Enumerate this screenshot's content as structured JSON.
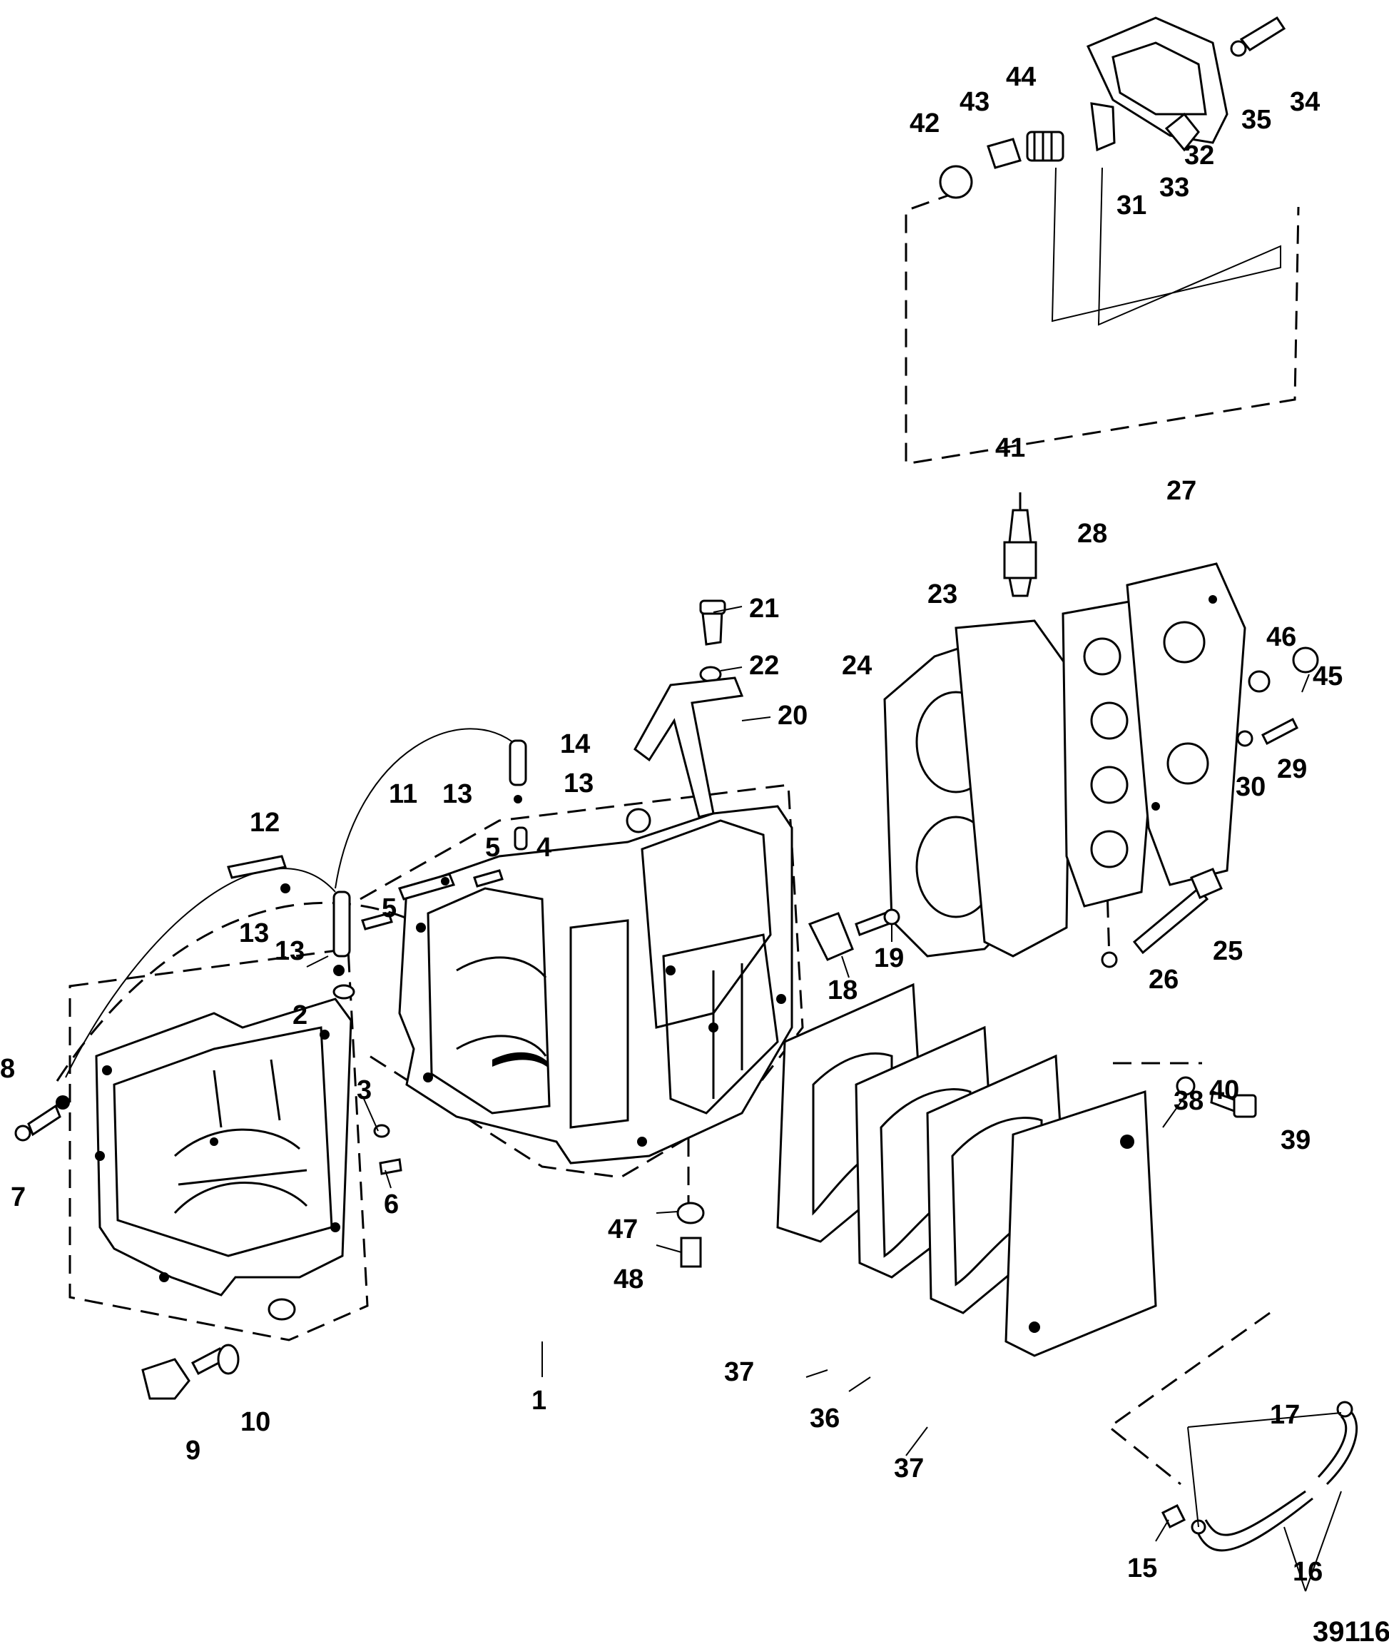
{
  "figure_number": "39116",
  "parts": [
    {
      "id": "1",
      "label": "1"
    },
    {
      "id": "2",
      "label": "2"
    },
    {
      "id": "3",
      "label": "3"
    },
    {
      "id": "4",
      "label": "4"
    },
    {
      "id": "5a",
      "label": "5"
    },
    {
      "id": "5b",
      "label": "5"
    },
    {
      "id": "6",
      "label": "6"
    },
    {
      "id": "7",
      "label": "7"
    },
    {
      "id": "8",
      "label": "8"
    },
    {
      "id": "9",
      "label": "9"
    },
    {
      "id": "10",
      "label": "10"
    },
    {
      "id": "11",
      "label": "11"
    },
    {
      "id": "12",
      "label": "12"
    },
    {
      "id": "13a",
      "label": "13"
    },
    {
      "id": "13b",
      "label": "13"
    },
    {
      "id": "13c",
      "label": "13"
    },
    {
      "id": "13d",
      "label": "13"
    },
    {
      "id": "14",
      "label": "14"
    },
    {
      "id": "15",
      "label": "15"
    },
    {
      "id": "16",
      "label": "16"
    },
    {
      "id": "17",
      "label": "17"
    },
    {
      "id": "18",
      "label": "18"
    },
    {
      "id": "19",
      "label": "19"
    },
    {
      "id": "20",
      "label": "20"
    },
    {
      "id": "21",
      "label": "21"
    },
    {
      "id": "22",
      "label": "22"
    },
    {
      "id": "23",
      "label": "23"
    },
    {
      "id": "24",
      "label": "24"
    },
    {
      "id": "25",
      "label": "25"
    },
    {
      "id": "26",
      "label": "26"
    },
    {
      "id": "27",
      "label": "27"
    },
    {
      "id": "28",
      "label": "28"
    },
    {
      "id": "29",
      "label": "29"
    },
    {
      "id": "30",
      "label": "30"
    },
    {
      "id": "31",
      "label": "31"
    },
    {
      "id": "32",
      "label": "32"
    },
    {
      "id": "33",
      "label": "33"
    },
    {
      "id": "34",
      "label": "34"
    },
    {
      "id": "35",
      "label": "35"
    },
    {
      "id": "36",
      "label": "36"
    },
    {
      "id": "37a",
      "label": "37"
    },
    {
      "id": "37b",
      "label": "37"
    },
    {
      "id": "38",
      "label": "38"
    },
    {
      "id": "39",
      "label": "39"
    },
    {
      "id": "40",
      "label": "40"
    },
    {
      "id": "41",
      "label": "41"
    },
    {
      "id": "42",
      "label": "42"
    },
    {
      "id": "43",
      "label": "43"
    },
    {
      "id": "44",
      "label": "44"
    },
    {
      "id": "45",
      "label": "45"
    },
    {
      "id": "46",
      "label": "46"
    },
    {
      "id": "47",
      "label": "47"
    },
    {
      "id": "48",
      "label": "48"
    }
  ]
}
